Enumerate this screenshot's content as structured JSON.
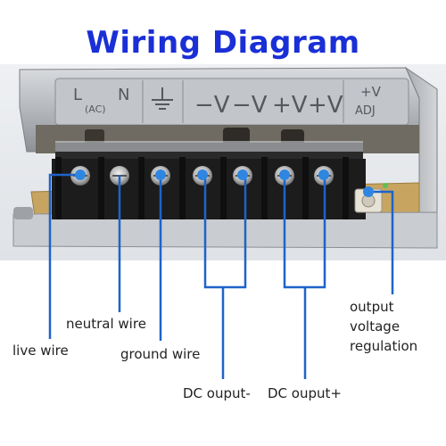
{
  "title": "Wiring Diagram",
  "panel_markings": [
    "L",
    "(AC)",
    "N",
    "−V",
    "−V",
    "+V",
    "+V",
    "+V",
    "ADJ"
  ],
  "labels": {
    "live": "live wire",
    "neutral": "neutral wire",
    "ground": "ground wire",
    "dc_minus": "DC ouput-",
    "dc_plus": "DC ouput+",
    "output_adj_line1": "output",
    "output_adj_line2": "voltage",
    "output_adj_line3": "regulation"
  },
  "colors": {
    "title": "#1a2fd6",
    "leader": "#1e63c9",
    "terminal_dot": "#2f86e0",
    "label_text": "#222222",
    "housing": "#b9bcc1",
    "terminal_block": "#1c1c1c",
    "pcb": "#c7a561"
  },
  "icons": [
    "ground-symbol-icon",
    "screw-icon",
    "potentiometer-icon"
  ]
}
